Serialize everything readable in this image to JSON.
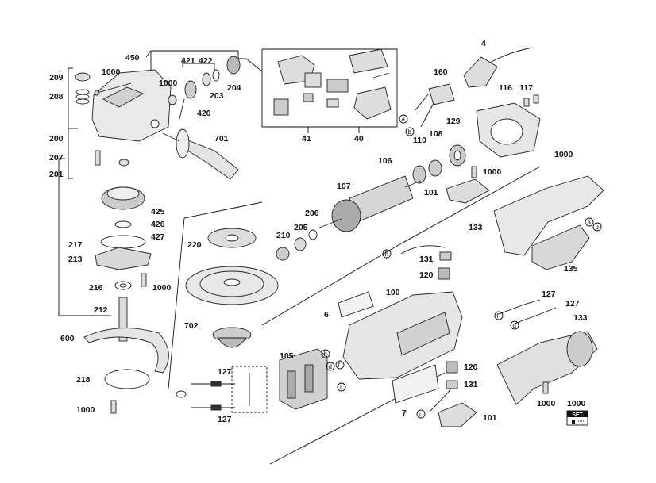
{
  "diagram": {
    "part_labels": [
      "450",
      "421",
      "422",
      "209",
      "1000",
      "208",
      "1000",
      "204",
      "203",
      "420",
      "200",
      "701",
      "207",
      "201",
      "425",
      "426",
      "427",
      "217",
      "213",
      "216",
      "1000",
      "212",
      "600",
      "218",
      "1000",
      "4",
      "160",
      "116",
      "117",
      "129",
      "108",
      "110",
      "1000",
      "106",
      "107",
      "101",
      "206",
      "205",
      "210",
      "1000",
      "133",
      "131",
      "120",
      "135",
      "100",
      "6",
      "127",
      "127",
      "133",
      "105",
      "120",
      "131",
      "7",
      "101",
      "1000",
      "127",
      "127",
      "220",
      "702",
      "41",
      "40",
      "1000"
    ],
    "callout_letters": [
      "a",
      "b",
      "h",
      "d",
      "f",
      "i",
      "h",
      "d",
      "f",
      "a",
      "b",
      "i"
    ],
    "set_badge": {
      "top": "SET",
      "bottom": "1000"
    }
  }
}
